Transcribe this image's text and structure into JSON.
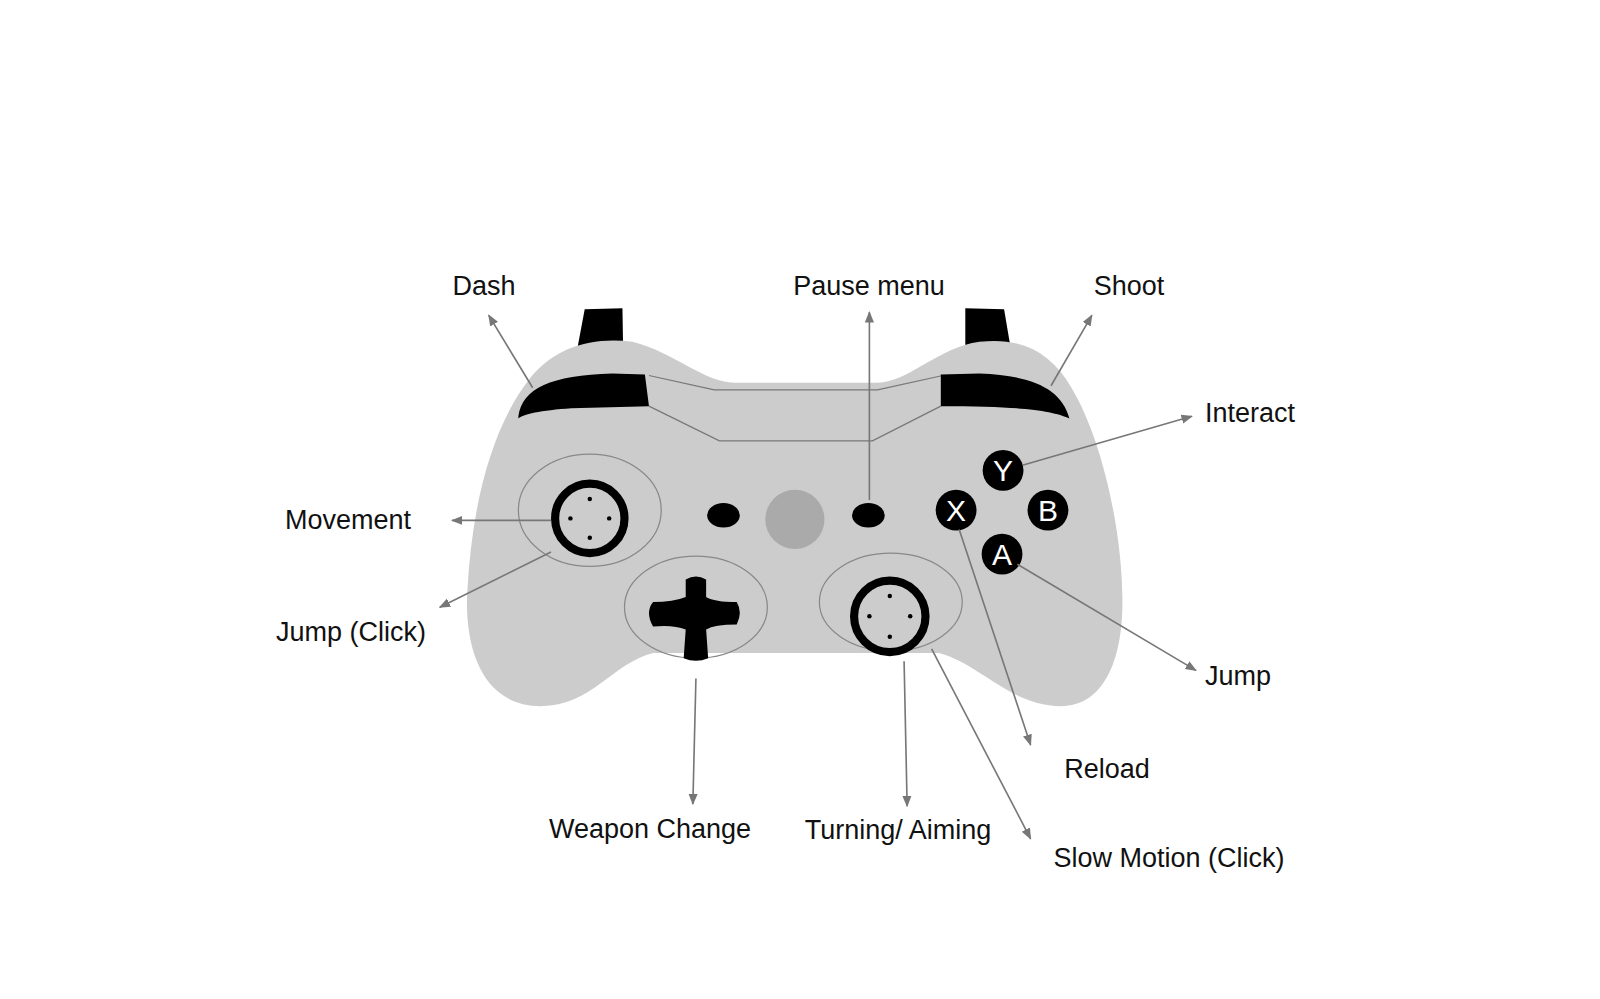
{
  "diagram": {
    "labels": [
      "Dash",
      "Pause menu",
      "Shoot",
      "Interact",
      "Movement",
      "Jump (Click)",
      "Y",
      "X",
      "B",
      "A",
      "Jump",
      "Reload",
      "Weapon Change",
      "Turning/ Aiming",
      "Slow Motion (Click)"
    ]
  }
}
